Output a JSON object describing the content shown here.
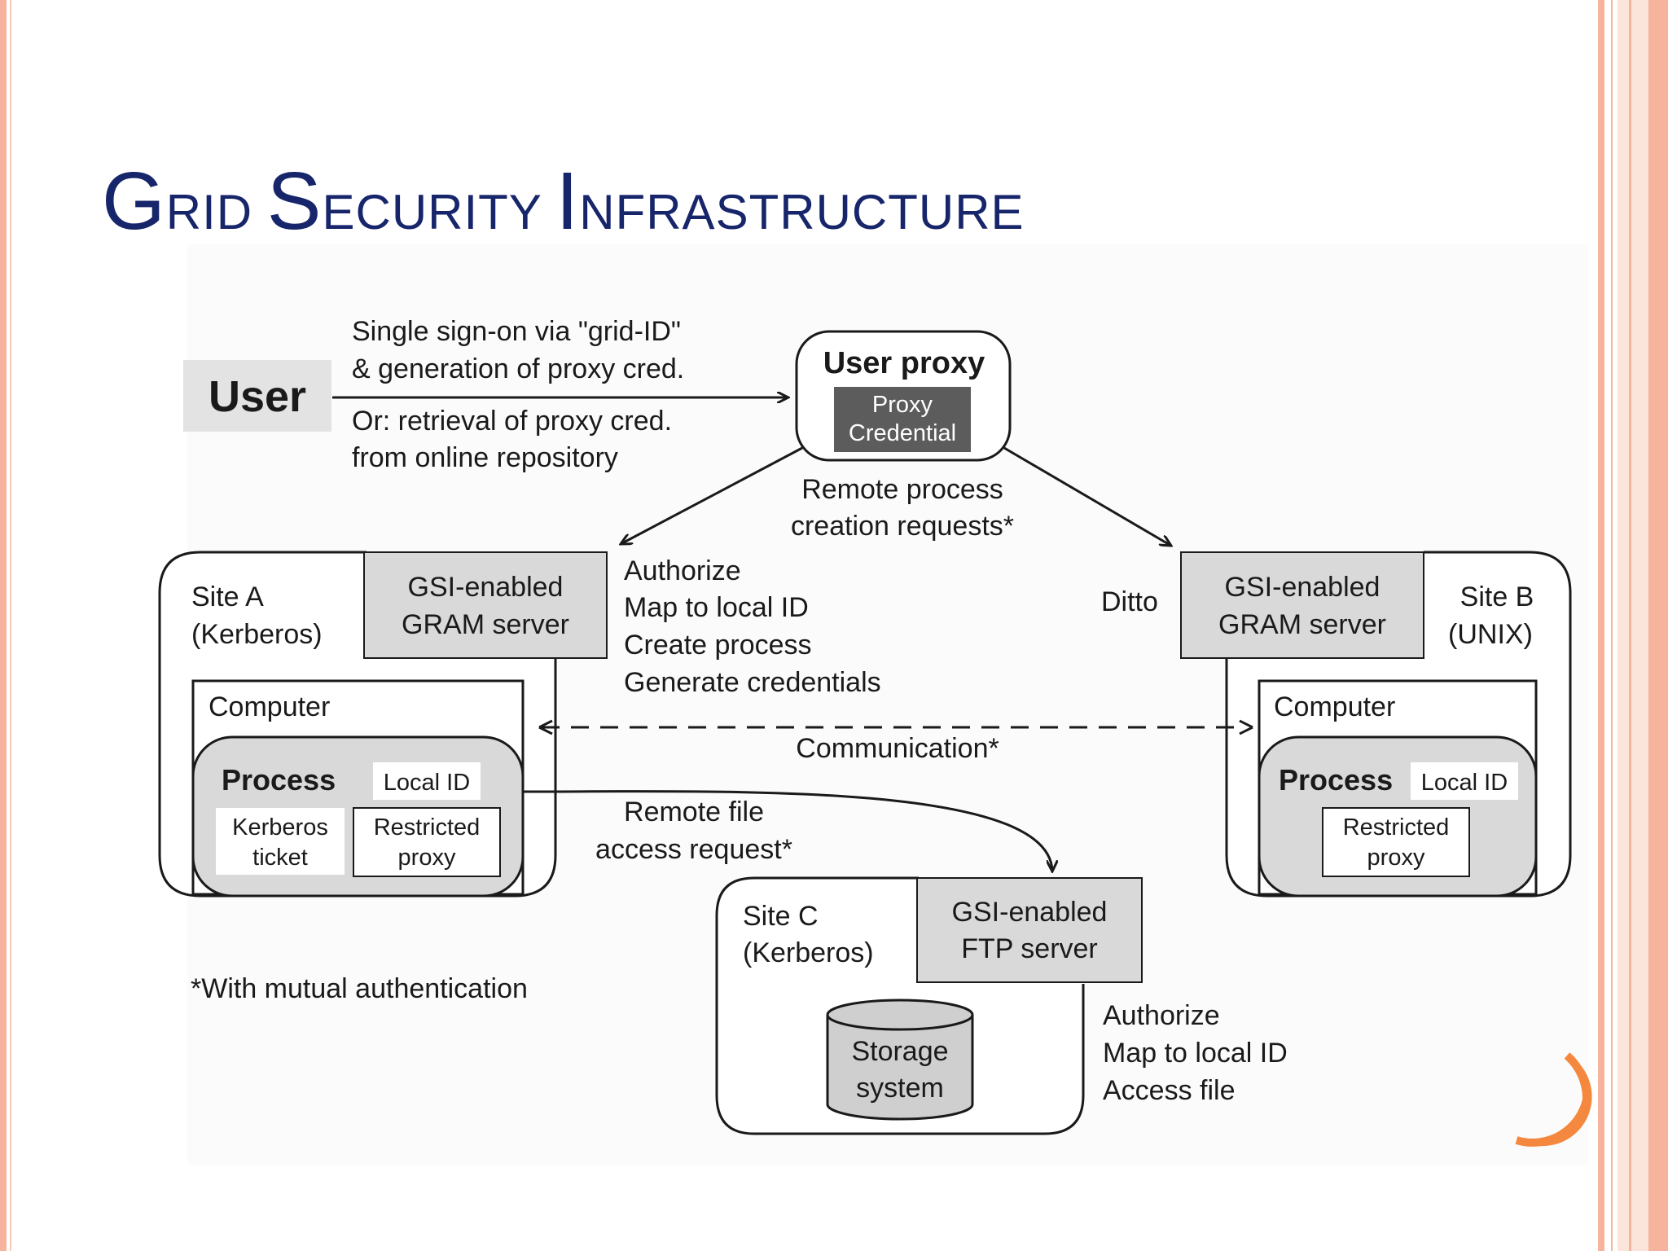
{
  "slide": {
    "title_parts": [
      {
        "cap": "G",
        "rest": "RID "
      },
      {
        "cap": "S",
        "rest": "ECURITY "
      },
      {
        "cap": "I",
        "rest": "NFRASTRUCTURE"
      }
    ]
  },
  "colors": {
    "title": "#17256b",
    "border_pink": "#f6b49c",
    "accent_orange": "#f5883f",
    "box_gray": "#d9d9d9",
    "dark_gray": "#5c5c5c",
    "line": "#1a1a1a"
  },
  "diagram": {
    "user": "User",
    "signon": [
      "Single sign-on via \"grid-ID\"",
      "& generation of proxy cred."
    ],
    "retrieval": [
      "Or: retrieval of proxy cred.",
      "from online repository"
    ],
    "user_proxy": {
      "title": "User proxy",
      "credential": [
        "Proxy",
        "Credential"
      ]
    },
    "remote_process": [
      "Remote process",
      "creation requests*"
    ],
    "authorize_a": [
      "Authorize",
      "Map to local ID",
      "Create process",
      "Generate credentials"
    ],
    "ditto": "Ditto",
    "site_a": {
      "name": [
        "Site A",
        "(Kerberos)"
      ],
      "server": [
        "GSI-enabled",
        "GRAM server"
      ],
      "computer": "Computer",
      "process": "Process",
      "local_id": "Local ID",
      "kerberos": [
        "Kerberos",
        "ticket"
      ],
      "restricted": [
        "Restricted",
        "proxy"
      ]
    },
    "site_b": {
      "name": [
        "Site B",
        "(UNIX)"
      ],
      "server": [
        "GSI-enabled",
        "GRAM server"
      ],
      "computer": "Computer",
      "process": "Process",
      "local_id": "Local ID",
      "restricted": [
        "Restricted",
        "proxy"
      ]
    },
    "communication": "Communication*",
    "remote_file": [
      "Remote file",
      "access request*"
    ],
    "site_c": {
      "name": [
        "Site C",
        "(Kerberos)"
      ],
      "server": [
        "GSI-enabled",
        "FTP server"
      ],
      "storage": [
        "Storage",
        "system"
      ]
    },
    "authorize_c": [
      "Authorize",
      "Map to local ID",
      "Access file"
    ],
    "footnote": "*With mutual authentication"
  }
}
